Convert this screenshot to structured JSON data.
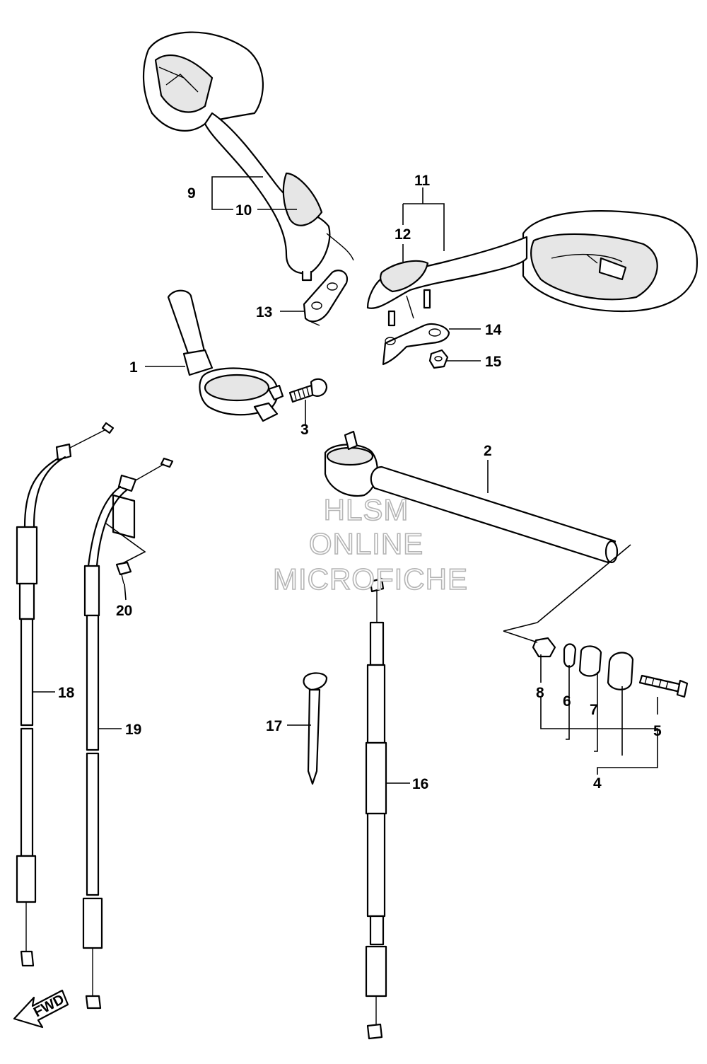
{
  "watermark": {
    "line1": "HLSM",
    "line2": "ONLINE",
    "line3": "MICROFICHE"
  },
  "direction_indicator": {
    "label": "FWD"
  },
  "callouts": {
    "p1": "1",
    "p2": "2",
    "p3": "3",
    "p4": "4",
    "p5": "5",
    "p6": "6",
    "p7": "7",
    "p8": "8",
    "p9": "9",
    "p10": "10",
    "p11": "11",
    "p12": "12",
    "p13": "13",
    "p14": "14",
    "p15": "15",
    "p16": "16",
    "p17": "17",
    "p18": "18",
    "p19": "19",
    "p20": "20"
  }
}
